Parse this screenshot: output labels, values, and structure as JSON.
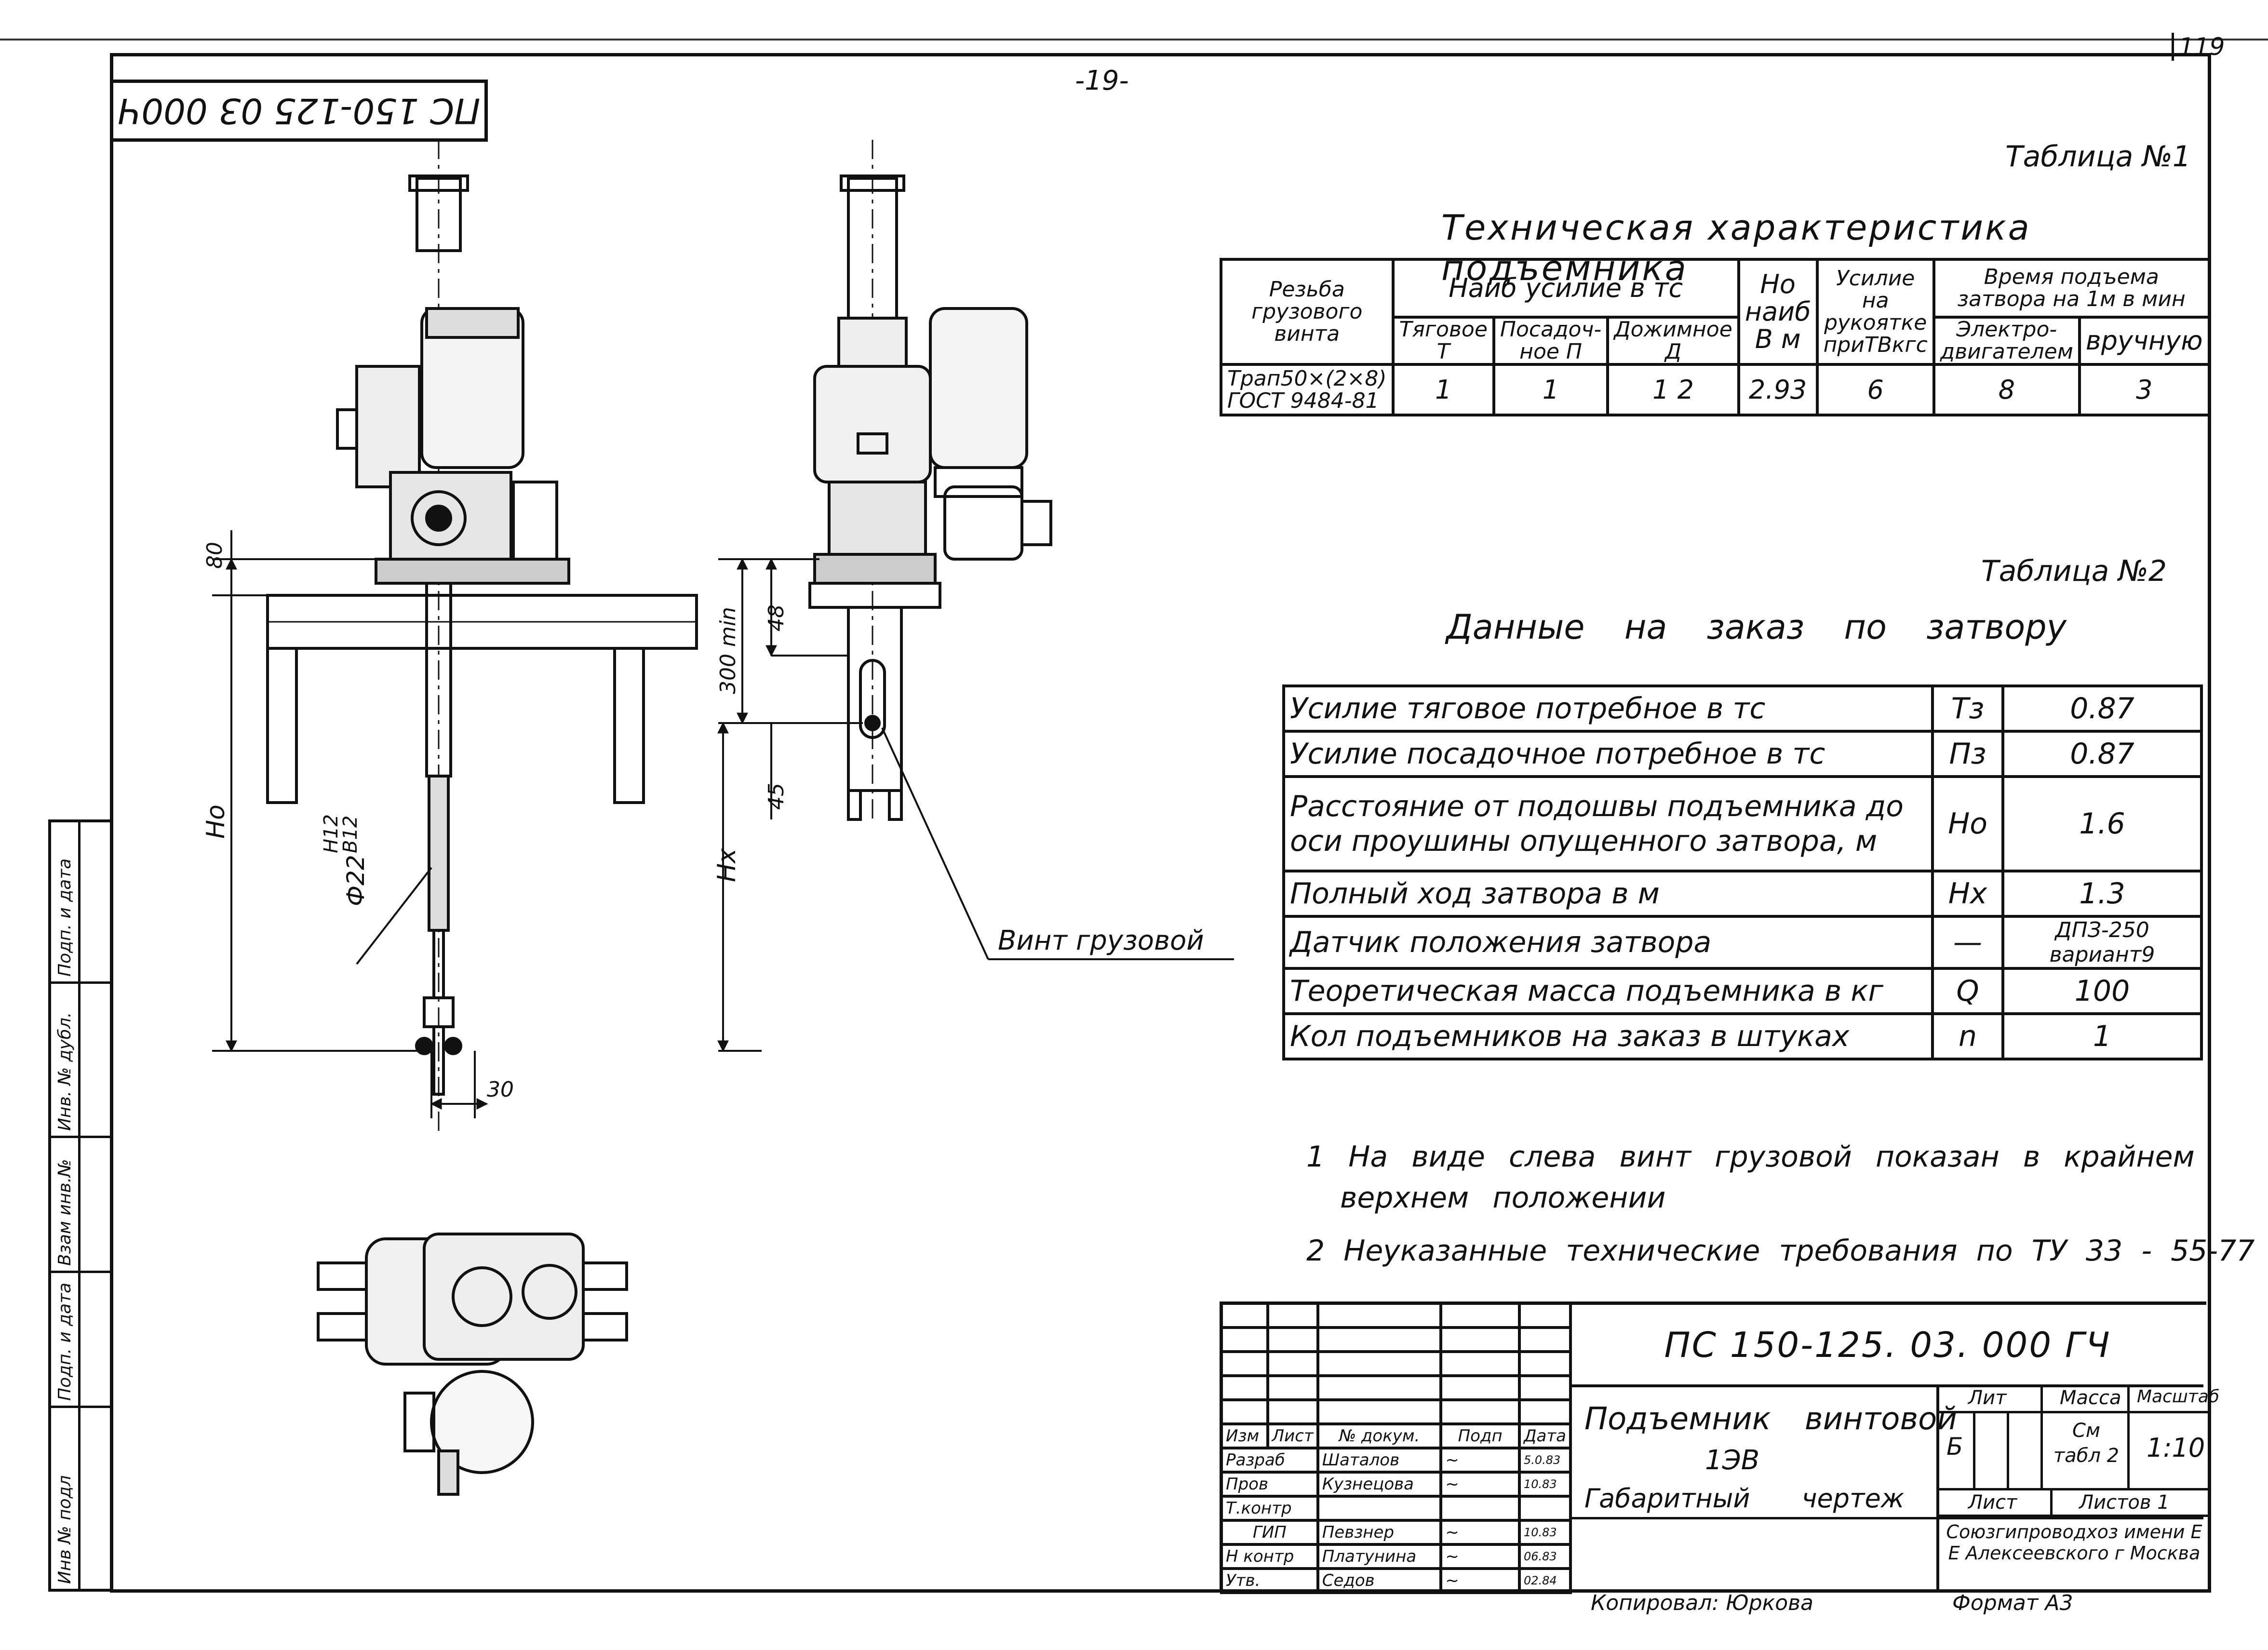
{
  "sheet": {
    "corner_no": "119",
    "page_no": "-19-",
    "code_stamp": "ПС 150-125 03 000Ч"
  },
  "drawing": {
    "dims": {
      "d80": "80",
      "d300": "300 min",
      "d48": "48",
      "d45": "45",
      "d30": "30",
      "ho": "Ho",
      "hx": "Hx",
      "fit_h": "H12",
      "fit_b": "B12",
      "phi": "Ф22"
    },
    "callout": "Винт грузовой"
  },
  "table1": {
    "caption": "Таблица №1",
    "title": "Техническая характеристика подъемника",
    "head": {
      "thread": "Резьба грузового винта",
      "max_force": "Наиб усилие в тс",
      "pull": "Тяговое Т",
      "seat": "Посадоч- ное П",
      "press": "Дожимное Д",
      "height": "Но наиб В м",
      "handle": "Усилие на рукоятке приТВкгс",
      "time": "Время подъема затвора на 1м в мин",
      "electric": "Электро- двигателем",
      "manual": "вручную"
    },
    "row": {
      "thread": "Трап50×(2×8) ГОСТ 9484-81",
      "pull": "1",
      "seat": "1",
      "press": "1 2",
      "height": "2.93",
      "handle": "6",
      "electric": "8",
      "manual": "3"
    }
  },
  "table2": {
    "caption": "Таблица №2",
    "title": "Данные на заказ по затвору",
    "rows": [
      {
        "label": "Усилие тяговое потребное в тс",
        "sym": "Тз",
        "val": "0.87"
      },
      {
        "label": "Усилие посадочное потребное в тс",
        "sym": "Пз",
        "val": "0.87"
      },
      {
        "label": "Расстояние от подошвы подъемника до оси проушины опущенного затвора, м",
        "sym": "Но",
        "val": "1.6"
      },
      {
        "label": "Полный ход затвора в м",
        "sym": "Нх",
        "val": "1.3"
      },
      {
        "label": "Датчик положения затвора",
        "sym": "—",
        "val": "ДПЗ-250 вариант9"
      },
      {
        "label": "Теоретическая масса подъемника в кг",
        "sym": "Q",
        "val": "100"
      },
      {
        "label": "Кол подъемников на заказ в штуках",
        "sym": "n",
        "val": "1"
      }
    ]
  },
  "notes": {
    "n1": "1 На виде слева винт грузовой показан в крайнем",
    "n1b": "верхнем положении",
    "n2": "2 Неуказанные технические требования по ТУ 33 - 55-77"
  },
  "title_block": {
    "code": "ПС 150-125. 03. 000 ГЧ",
    "name1": "Подъемник винтовой",
    "name2": "1ЭВ",
    "name3": "Габаритный чертеж",
    "lit_h": "Лит",
    "mass_h": "Масса",
    "scale_h": "Масштаб",
    "lit": "Б",
    "mass": "См табл 2",
    "scale": "1:10",
    "sheet_h": "Лист",
    "sheets_h": "Листов 1",
    "org": "Союзгипроводхоз имени Е Е Алексеевского г Москва",
    "copied": "Копировал: Юркова",
    "format": "Формат А3",
    "head": [
      "Изм",
      "Лист",
      "№ докум.",
      "Подп",
      "Дата"
    ],
    "people": [
      {
        "role": "Разраб",
        "name": "Шаталов",
        "date": "5.0.83"
      },
      {
        "role": "Пров",
        "name": "Кузнецова",
        "date": "10.83"
      },
      {
        "role": "Т.контр",
        "name": "",
        "date": ""
      },
      {
        "role": "ГИП",
        "name": "Певзнер",
        "date": "10.83"
      },
      {
        "role": "Н контр",
        "name": "Платунина",
        "date": "06.83"
      },
      {
        "role": "Утв.",
        "name": "Седов",
        "date": "02.84"
      }
    ]
  },
  "side_stamp": [
    "Инв № подл",
    "Подп. и дата",
    "Взам инв.№",
    "Инв. № дубл.",
    "Подп. и дата"
  ]
}
